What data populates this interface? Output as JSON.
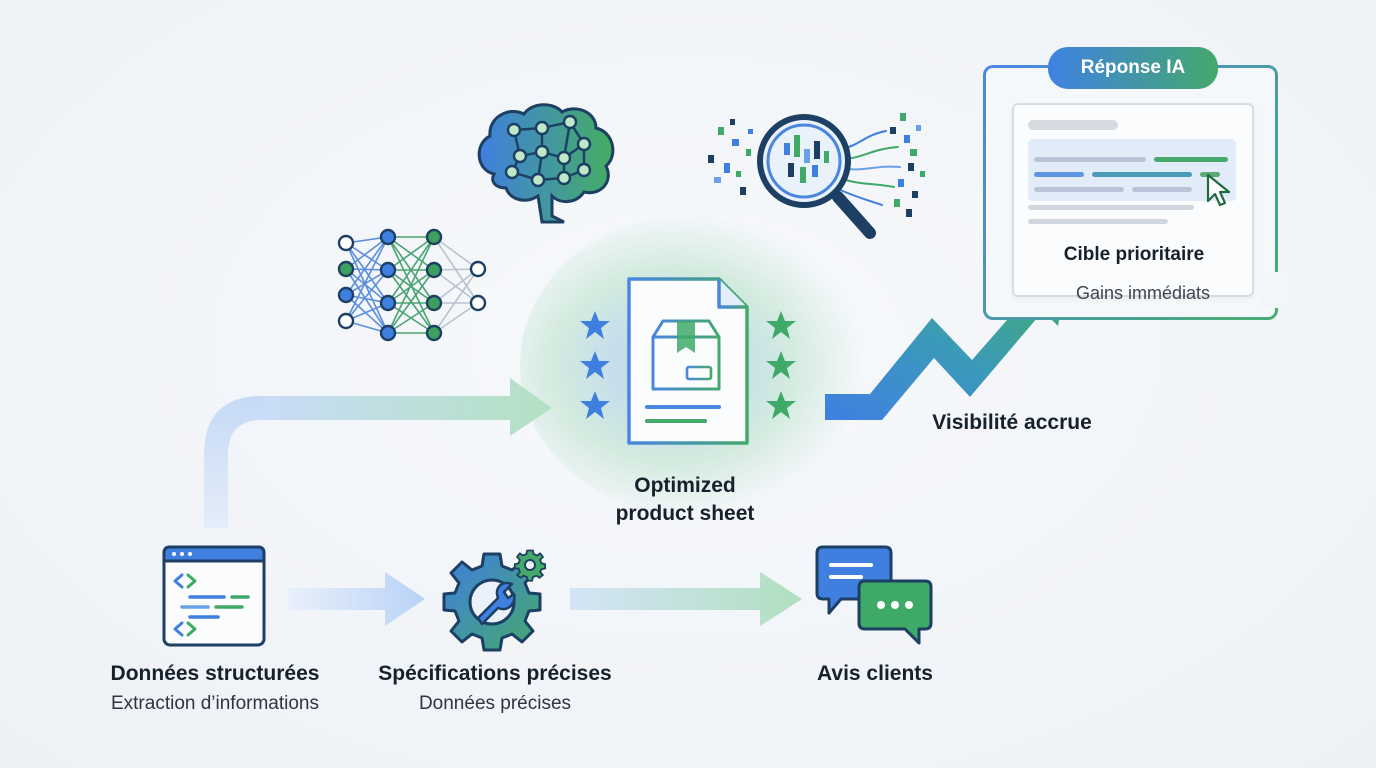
{
  "inputs": [
    {
      "title": "Données structurées",
      "subtitle": "Extraction d’informations",
      "icon": "code-window-icon"
    },
    {
      "title": "Spécifications précises",
      "subtitle": "Données précises",
      "icon": "gear-wrench-icon"
    },
    {
      "title": "Avis clients",
      "subtitle": "",
      "icon": "chat-bubbles-icon"
    }
  ],
  "center": {
    "title_line1": "Optimized",
    "title_line2": "product sheet",
    "icon": "document-box-icon"
  },
  "top_icons": [
    "brain-network-icon",
    "neural-network-icon",
    "magnifier-data-icon"
  ],
  "growth": {
    "label": "Visibilité accrue",
    "icon": "rising-arrow-icon"
  },
  "ai_response": {
    "badge": "Réponse IA",
    "title": "Cible prioritaire",
    "subtitle": "Gains immédiats",
    "icon": "cursor-icon"
  },
  "colors": {
    "blue": "#3f82e3",
    "green": "#3fa968",
    "dark": "#23405c"
  }
}
